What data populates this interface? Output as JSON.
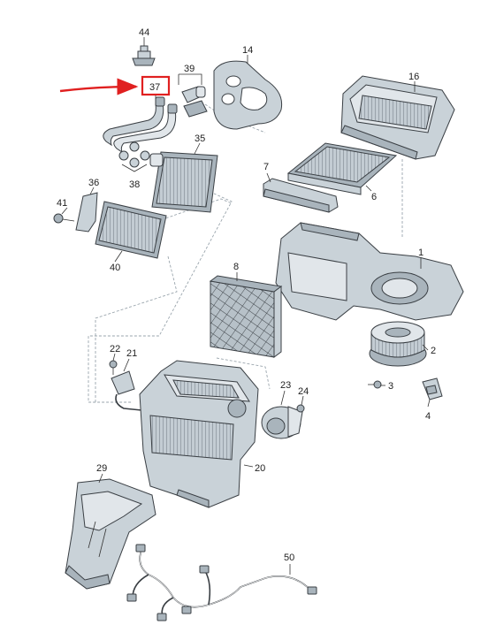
{
  "highlight": {
    "label": "37",
    "color": "#e02020"
  },
  "callouts": [
    {
      "id": "44",
      "text": "44"
    },
    {
      "id": "14",
      "text": "14"
    },
    {
      "id": "39",
      "text": "39"
    },
    {
      "id": "37",
      "text": "37"
    },
    {
      "id": "16",
      "text": "16"
    },
    {
      "id": "35",
      "text": "35"
    },
    {
      "id": "38",
      "text": "38"
    },
    {
      "id": "7",
      "text": "7"
    },
    {
      "id": "6",
      "text": "6"
    },
    {
      "id": "36",
      "text": "36"
    },
    {
      "id": "41",
      "text": "41"
    },
    {
      "id": "40",
      "text": "40"
    },
    {
      "id": "1",
      "text": "1"
    },
    {
      "id": "8",
      "text": "8"
    },
    {
      "id": "22",
      "text": "22"
    },
    {
      "id": "21",
      "text": "21"
    },
    {
      "id": "2",
      "text": "2"
    },
    {
      "id": "3",
      "text": "3"
    },
    {
      "id": "23",
      "text": "23"
    },
    {
      "id": "24",
      "text": "24"
    },
    {
      "id": "4",
      "text": "4"
    },
    {
      "id": "20",
      "text": "20"
    },
    {
      "id": "29",
      "text": "29"
    },
    {
      "id": "50",
      "text": "50"
    }
  ]
}
